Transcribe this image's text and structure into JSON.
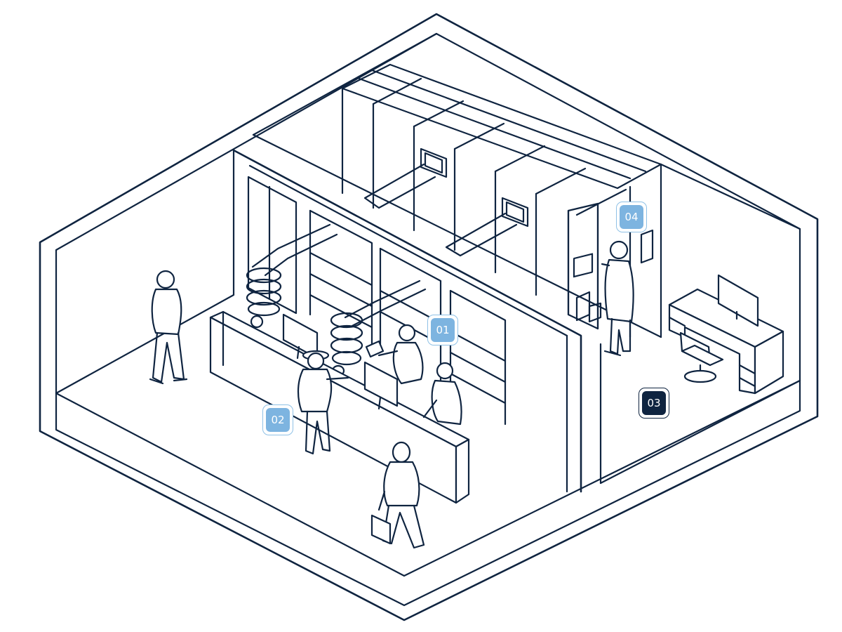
{
  "markers": [
    {
      "id": "m01",
      "label": "01",
      "style": "light"
    },
    {
      "id": "m02",
      "label": "02",
      "style": "light"
    },
    {
      "id": "m03",
      "label": "03",
      "style": "dark"
    },
    {
      "id": "m04",
      "label": "04",
      "style": "light"
    }
  ],
  "colors": {
    "line": "#0f2440",
    "marker_light": "#7db4e0",
    "marker_light_border": "#8fc1e6",
    "marker_dark": "#0f2440",
    "background": "#ffffff"
  }
}
